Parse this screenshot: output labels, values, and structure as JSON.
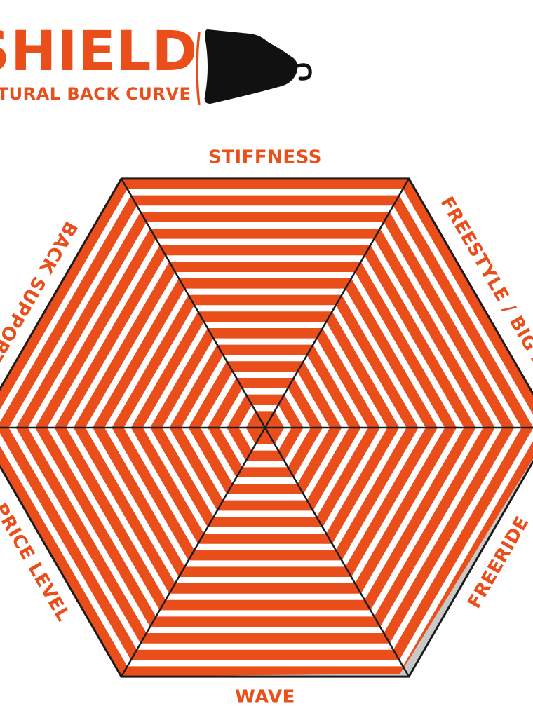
{
  "header": {
    "title": "SHIELD",
    "subtitle": "NATURAL BACK CURVE",
    "logo_icon": "harness-bell-icon"
  },
  "colors": {
    "accent": "#E94E1B",
    "outline": "#1a1a1a",
    "empty": "#c8c8c8",
    "background": "#ffffff"
  },
  "chart_data": {
    "type": "radar",
    "axes": [
      "STIFFNESS",
      "FREESTYLE / BIG AIR",
      "FREERIDE",
      "WAVE",
      "PRICE LEVEL",
      "BACK SUPPORT"
    ],
    "max": 10,
    "values": [
      10,
      10,
      9,
      10,
      10,
      10
    ],
    "title": "",
    "grid": true,
    "style": "striped-hexagon"
  }
}
